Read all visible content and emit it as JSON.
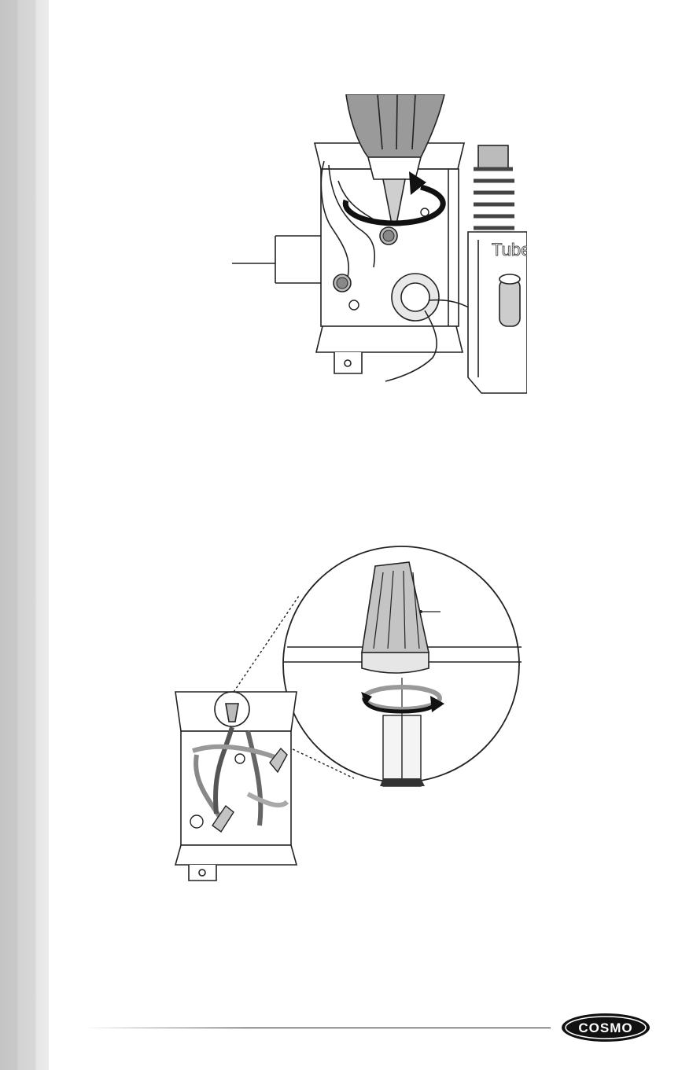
{
  "figure_upper": {
    "panel_label": "Tube up"
  },
  "footer": {
    "logo_text": "COSMO"
  },
  "colors": {
    "sidebar": "#d0d0d0",
    "line_art": "#222222",
    "logo_fill": "#111111"
  },
  "icons": [
    "rotation-arrow-icon",
    "cosmo-logo"
  ]
}
